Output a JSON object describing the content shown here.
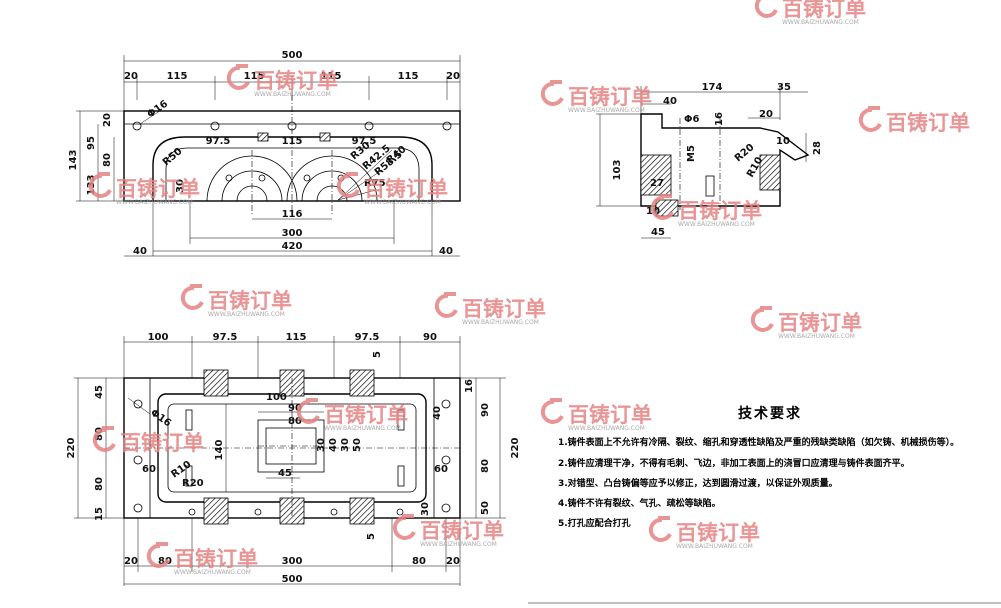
{
  "watermark": {
    "brand": "百铸订单",
    "url": "WWW.BAIZHUWANG.COM",
    "brand_color": "#e48282"
  },
  "top_left_view": {
    "overall_length": "500",
    "top_segments": [
      "20",
      "115",
      "115",
      "115",
      "115",
      "20"
    ],
    "inner_segments": [
      "97.5",
      "115",
      "97.5"
    ],
    "left_heights": [
      "143",
      "95",
      "133",
      "80",
      "20"
    ],
    "callouts": [
      "Φ16",
      "R50",
      "R30",
      "R42.5",
      "R58.5",
      "R40",
      "R75",
      "30"
    ],
    "bottom_dims": [
      "116",
      "300",
      "420",
      "40",
      "40"
    ]
  },
  "top_right_view": {
    "width": "174",
    "right_offset": "35",
    "dims": [
      "40",
      "20",
      "Φ6",
      "16",
      "M5",
      "R20",
      "10",
      "R10",
      "28",
      "103",
      "27",
      "45",
      "10"
    ]
  },
  "plan_view": {
    "top_dims": [
      "100",
      "97.5",
      "115",
      "97.5",
      "90",
      "5"
    ],
    "left_dims": [
      "45",
      "80",
      "80",
      "15",
      "220"
    ],
    "right_dims": [
      "16",
      "90",
      "80",
      "50",
      "220",
      "5"
    ],
    "inner_dims": [
      "Φ16",
      "140",
      "100",
      "90",
      "80",
      "50",
      "30",
      "40",
      "30",
      "45",
      "60",
      "60",
      "R10",
      "R20",
      "30",
      "40"
    ],
    "bottom_dims": [
      "20",
      "80",
      "300",
      "80",
      "20",
      "500"
    ]
  },
  "tech_requirements": {
    "title": "技术要求",
    "items": [
      "1.铸件表面上不允许有冷隔、裂纹、缩孔和穿透性缺陷及严重的残缺类缺陷（如欠铸、机械损伤等）。",
      "2.铸件应清理干净，不得有毛刺、飞边，非加工表面上的浇冒口应清理与铸件表面齐平。",
      "3.对错型、凸台铸偏等应予以修正，达到圆滑过渡，以保证外观质量。",
      "4.铸件不许有裂纹、气孔、疏松等缺陷。",
      "5.打孔应配合打孔"
    ]
  }
}
